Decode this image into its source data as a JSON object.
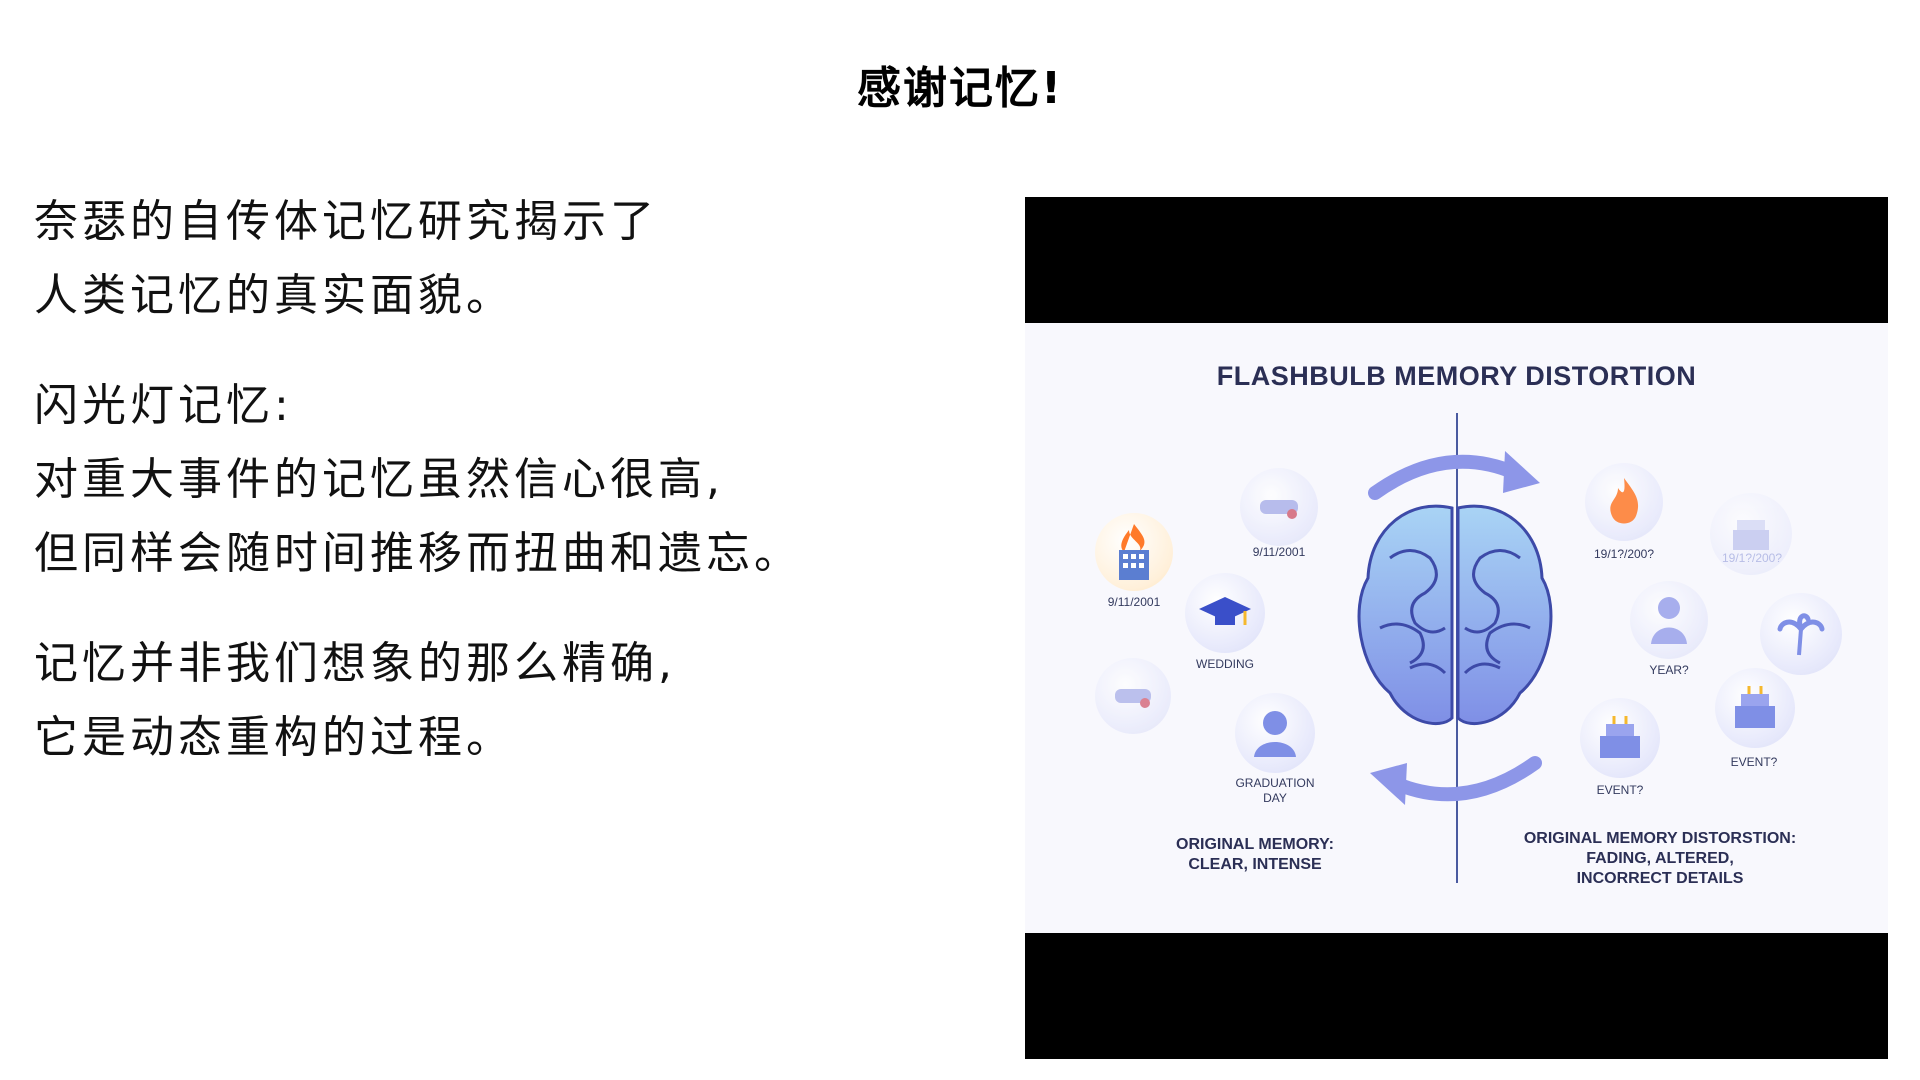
{
  "slide": {
    "title": "感谢记忆!",
    "paragraphs": [
      {
        "lines": [
          "奈瑟的自传体记忆研究揭示了",
          "人类记忆的真实面貌。"
        ]
      },
      {
        "lines": [
          "闪光灯记忆:",
          "对重大事件的记忆虽然信心很高,",
          "但同样会随时间推移而扭曲和遗忘。"
        ]
      },
      {
        "lines": [
          "记忆并非我们想象的那么精确,",
          "它是动态重构的过程。"
        ]
      }
    ]
  },
  "infographic": {
    "title": "FLASHBULB MEMORY DISTORTION",
    "left_labels": {
      "a": "9/11/2001",
      "b": "9/11/2001",
      "c": "WEDDING",
      "d1": "GRADUATION",
      "d2": "DAY"
    },
    "right_labels": {
      "a": "19/1?/200?",
      "b": "19/1?/200?",
      "c": "YEAR?",
      "d": "EVENT?",
      "e": "EVENT?"
    },
    "caption_left": [
      "ORIGINAL MEMORY:",
      "CLEAR, INTENSE"
    ],
    "caption_right": [
      "ORIGINAL MEMORY DISTORSTION:",
      "FADING, ALTERED,",
      "INCORRECT DETAILS"
    ],
    "colors": {
      "brain": "#7f8fe6",
      "brain_light": "#a9d4f5",
      "arrow": "#8d96e8",
      "fire": "#ff7a2a"
    },
    "icons": [
      "burning-building-icon",
      "diploma-icon",
      "graduation-cap-icon",
      "person-icon",
      "brain-icon",
      "fire-icon",
      "palm-tree-icon",
      "cake-icon"
    ]
  }
}
